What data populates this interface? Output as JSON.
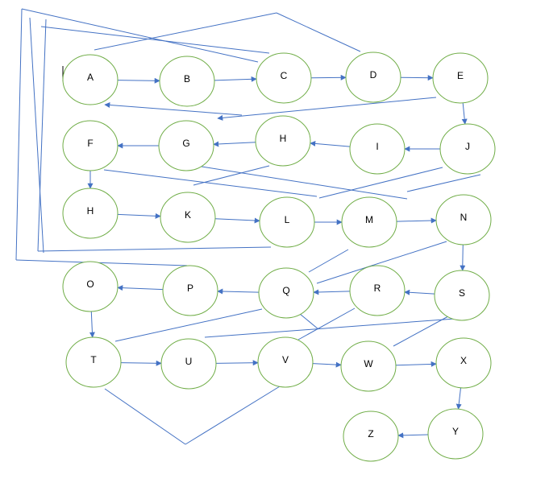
{
  "diagram": {
    "node_stroke": "#70ad47",
    "edge_color": "#4472c4",
    "nodes": [
      {
        "id": "A",
        "label": "A"
      },
      {
        "id": "B",
        "label": "B"
      },
      {
        "id": "C",
        "label": "C"
      },
      {
        "id": "D",
        "label": "D"
      },
      {
        "id": "E",
        "label": "E"
      },
      {
        "id": "F",
        "label": "F"
      },
      {
        "id": "G",
        "label": "G"
      },
      {
        "id": "H1",
        "label": "H"
      },
      {
        "id": "I",
        "label": "I"
      },
      {
        "id": "J",
        "label": "J"
      },
      {
        "id": "H2",
        "label": "H"
      },
      {
        "id": "K",
        "label": "K"
      },
      {
        "id": "L",
        "label": "L"
      },
      {
        "id": "M",
        "label": "M"
      },
      {
        "id": "N",
        "label": "N"
      },
      {
        "id": "O",
        "label": "O"
      },
      {
        "id": "P",
        "label": "P"
      },
      {
        "id": "Q",
        "label": "Q"
      },
      {
        "id": "R",
        "label": "R"
      },
      {
        "id": "S",
        "label": "S"
      },
      {
        "id": "T",
        "label": "T"
      },
      {
        "id": "U",
        "label": "U"
      },
      {
        "id": "V",
        "label": "V"
      },
      {
        "id": "W",
        "label": "W"
      },
      {
        "id": "X",
        "label": "X"
      },
      {
        "id": "Y",
        "label": "Y"
      },
      {
        "id": "Z",
        "label": "Z"
      }
    ],
    "arrows": [
      [
        "A",
        "B"
      ],
      [
        "B",
        "C"
      ],
      [
        "C",
        "D"
      ],
      [
        "D",
        "E"
      ],
      [
        "E",
        "J"
      ],
      [
        "J",
        "I"
      ],
      [
        "I",
        "H1"
      ],
      [
        "H1",
        "G"
      ],
      [
        "G",
        "F"
      ],
      [
        "F",
        "H2"
      ],
      [
        "H2",
        "K"
      ],
      [
        "K",
        "L"
      ],
      [
        "L",
        "M"
      ],
      [
        "M",
        "N"
      ],
      [
        "N",
        "S"
      ],
      [
        "S",
        "R"
      ],
      [
        "R",
        "Q"
      ],
      [
        "Q",
        "P"
      ],
      [
        "P",
        "O"
      ],
      [
        "O",
        "T"
      ],
      [
        "T",
        "U"
      ],
      [
        "U",
        "V"
      ],
      [
        "V",
        "W"
      ],
      [
        "W",
        "X"
      ],
      [
        "X",
        "Y"
      ],
      [
        "Y",
        "Z"
      ]
    ]
  }
}
